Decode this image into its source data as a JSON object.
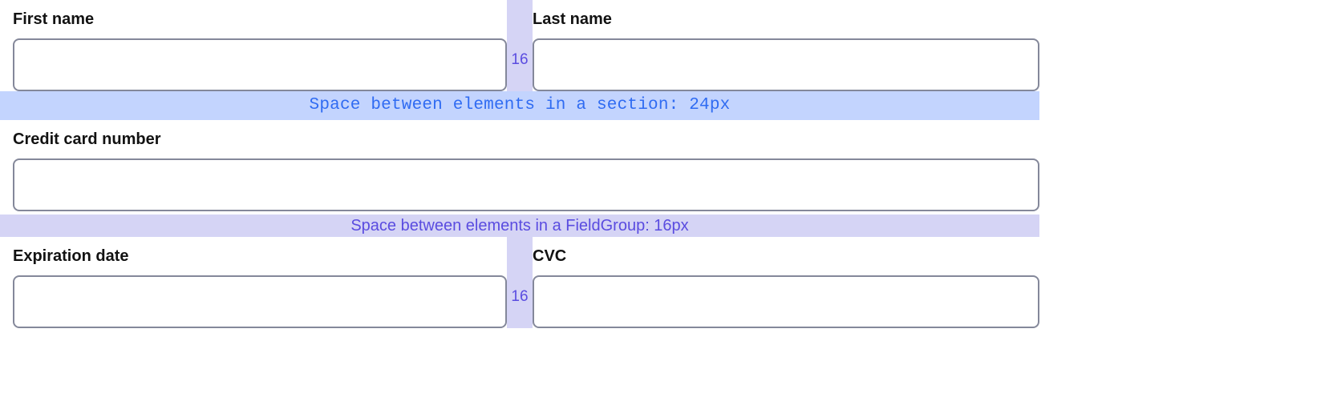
{
  "form": {
    "rows": [
      {
        "type": "pair",
        "left": {
          "label": "First name",
          "value": "",
          "placeholder": ""
        },
        "gap": {
          "label": "16"
        },
        "right": {
          "label": "Last name",
          "value": "",
          "placeholder": ""
        }
      },
      {
        "type": "annotation-section",
        "text": "Space between elements in a section: 24px"
      },
      {
        "type": "single",
        "field": {
          "label": "Credit card number",
          "value": "",
          "placeholder": ""
        }
      },
      {
        "type": "annotation-fieldgroup",
        "text": "Space between elements in a FieldGroup: 16px"
      },
      {
        "type": "pair",
        "left": {
          "label": "Expiration date",
          "value": "",
          "placeholder": ""
        },
        "gap": {
          "label": "16"
        },
        "right": {
          "label": "CVC",
          "value": "",
          "placeholder": ""
        }
      }
    ]
  },
  "annotations": {
    "section_band": {
      "text": "Space between elements in a section: 24px",
      "background": "#c3d4fe",
      "color": "#2f6bf2"
    },
    "fieldgroup_band": {
      "text": "Space between elements in a FieldGroup: 16px",
      "background": "#d5d4f5",
      "color": "#5a4ce0"
    },
    "gap_column": {
      "label": "16",
      "background": "#d5d4f5",
      "color": "#5a4ce0"
    }
  },
  "colors": {
    "page_background": "#ffffff",
    "input_border": "#84889a",
    "input_background": "#ffffff",
    "label_text": "#121212",
    "section_highlight": "#c3d4fe",
    "fieldgroup_highlight": "#d5d4f5",
    "section_text": "#2f6bf2",
    "fieldgroup_text": "#5a4ce0"
  }
}
